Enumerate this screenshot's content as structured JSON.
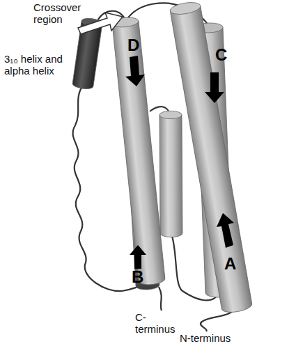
{
  "diagram": {
    "labels": [
      "Crossover region",
      "3₁₀ helix and alpha helix",
      "D",
      "C",
      "B",
      "A",
      "C- terminus",
      "N-terminus"
    ]
  }
}
